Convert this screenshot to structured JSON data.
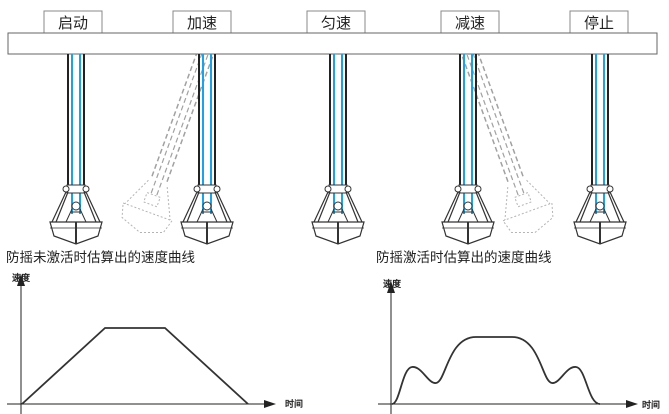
{
  "phases": [
    "启动",
    "加速",
    "匀速",
    "减速",
    "停止"
  ],
  "captions": {
    "left": "防摇未激活时估算出的速度曲线",
    "right": "防摇激活时估算出的速度曲线"
  },
  "axes": {
    "y_label": "速度",
    "x_label": "时间"
  },
  "colors": {
    "cable": "#1aa3e8",
    "frame": "#222222"
  },
  "chart_data": [
    {
      "type": "line",
      "title": "防摇未激活时估算出的速度曲线",
      "xlabel": "时间",
      "ylabel": "速度",
      "shape": "trapezoid",
      "x": [
        0,
        1,
        1.7,
        2.7
      ],
      "y": [
        0,
        1,
        1,
        0
      ]
    },
    {
      "type": "line",
      "title": "防摇激活时估算出的速度曲线",
      "xlabel": "时间",
      "ylabel": "速度",
      "shape": "smooth with anti-sway bumps",
      "x": [
        0,
        0.2,
        0.45,
        0.8,
        1.2,
        1.55,
        1.85,
        2.1
      ],
      "y": [
        0,
        0.55,
        0.32,
        1,
        1,
        0.32,
        0.55,
        0
      ]
    }
  ]
}
